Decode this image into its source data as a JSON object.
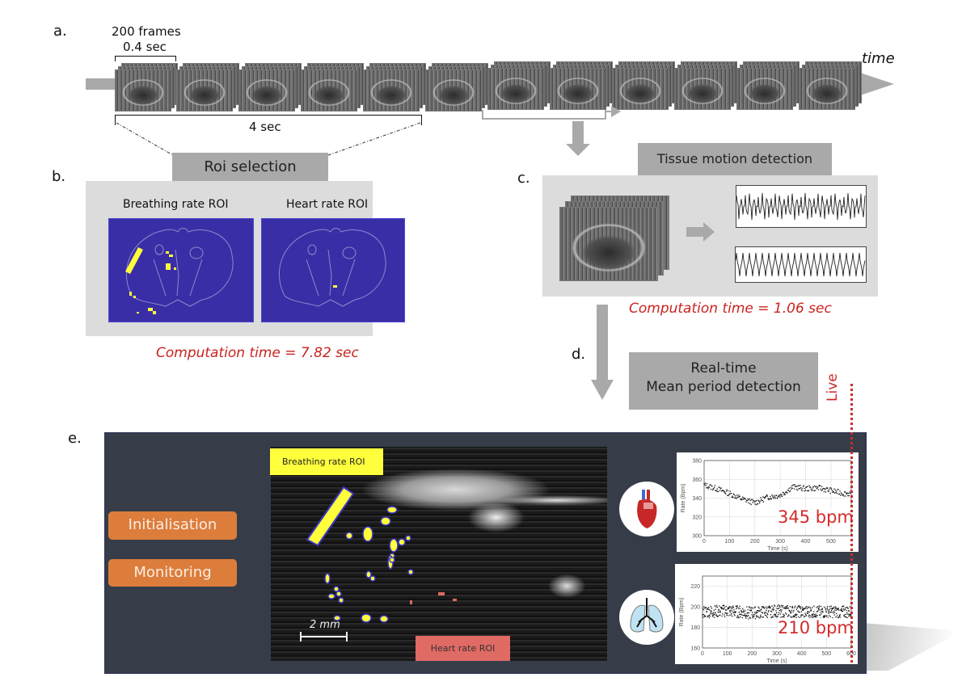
{
  "panels": {
    "a": {
      "label": "a.",
      "frames_label": "200 frames",
      "frame_duration": "0.4 sec",
      "window_duration": "4 sec",
      "axis_label": "time",
      "frame_count": 12
    },
    "b": {
      "label": "b.",
      "banner": "Roi selection",
      "roi_titles": [
        "Breathing rate ROI",
        "Heart rate ROI"
      ],
      "computation_time": "Computation time = 7.82 sec"
    },
    "c": {
      "label": "c.",
      "banner": "Tissue motion detection",
      "computation_time": "Computation time = 1.06 sec"
    },
    "d": {
      "label": "d.",
      "banner_line1": "Real-time",
      "banner_line2": "Mean period detection"
    },
    "e": {
      "label": "e.",
      "buttons": [
        "Initialisation",
        "Monitoring"
      ],
      "breathing_roi_tag": "Breathing rate ROI",
      "heart_roi_tag": "Heart rate ROI",
      "scale_bar": "2 mm",
      "live_label": "Live",
      "heart_value": "345 bpm",
      "breathing_value": "210 bpm"
    }
  },
  "colors": {
    "banner_gray": "#a9a9a9",
    "panel_gray": "#dcdcdc",
    "computation_red": "#c8231f",
    "dashboard_bg": "#363d48",
    "button_orange": "#dc7d3c",
    "roi_blue": "#3a2ea6",
    "roi_yellow": "#ffff3c",
    "heart_roi_red": "#e06a64"
  },
  "chart_data": [
    {
      "type": "scatter",
      "title": "",
      "xlabel": "Time (s)",
      "ylabel": "Rate (Bpm)",
      "xlim": [
        0,
        580
      ],
      "ylim": [
        300,
        380
      ],
      "xticks": [
        0,
        100,
        200,
        300,
        400,
        500
      ],
      "yticks": [
        300,
        320,
        340,
        360,
        380
      ],
      "grid": true,
      "annotation": "345 bpm",
      "trend": {
        "x": [
          0,
          50,
          100,
          150,
          200,
          250,
          300,
          350,
          400,
          450,
          500,
          550,
          575
        ],
        "y": [
          354,
          350,
          345,
          339,
          335,
          341,
          343,
          352,
          350,
          351,
          348,
          345,
          345
        ]
      }
    },
    {
      "type": "scatter",
      "title": "",
      "xlabel": "Time (s)",
      "ylabel": "Rate (Bpm)",
      "xlim": [
        0,
        600
      ],
      "ylim": [
        160,
        230
      ],
      "xticks": [
        0,
        100,
        200,
        300,
        400,
        500,
        600
      ],
      "yticks": [
        160,
        180,
        200,
        220
      ],
      "grid": true,
      "annotation": "210 bpm",
      "trend": {
        "x": [
          0,
          100,
          200,
          300,
          400,
          500,
          600
        ],
        "y": [
          195,
          196,
          194,
          196,
          195,
          195,
          195
        ]
      }
    }
  ]
}
